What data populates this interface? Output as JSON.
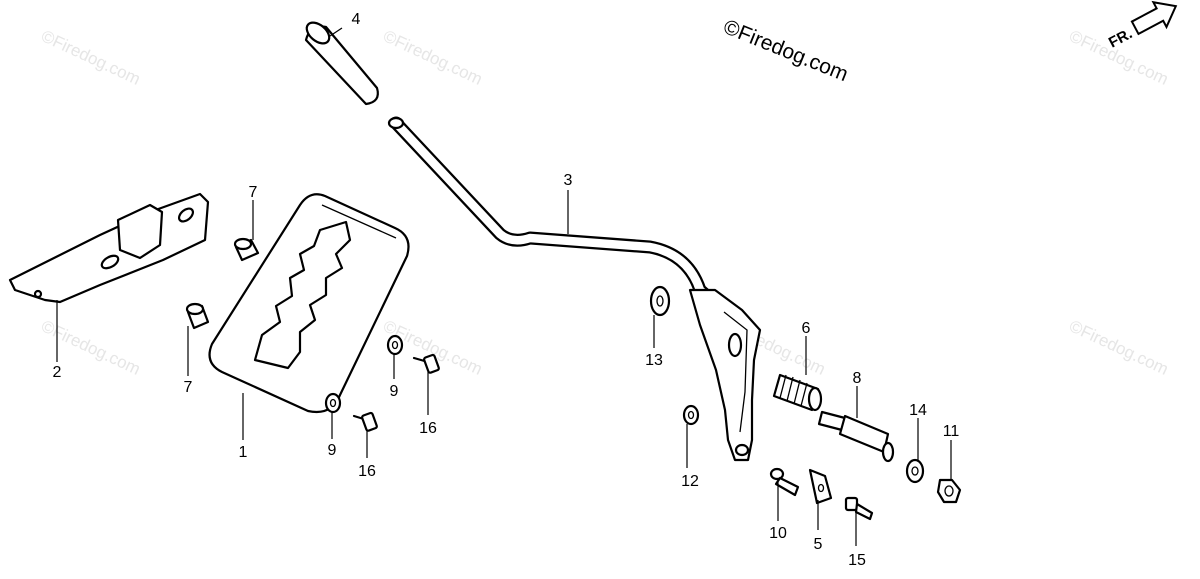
{
  "watermark": "©Firedog.com",
  "copyright": "©Firedog.com",
  "direction_label": "FR.",
  "callouts": {
    "c1": "1",
    "c2": "2",
    "c3": "3",
    "c4": "4",
    "c5": "5",
    "c6": "6",
    "c7a": "7",
    "c7b": "7",
    "c8": "8",
    "c9a": "9",
    "c9b": "9",
    "c10": "10",
    "c11": "11",
    "c12": "12",
    "c13": "13",
    "c14": "14",
    "c15": "15",
    "c16a": "16",
    "c16b": "16"
  }
}
